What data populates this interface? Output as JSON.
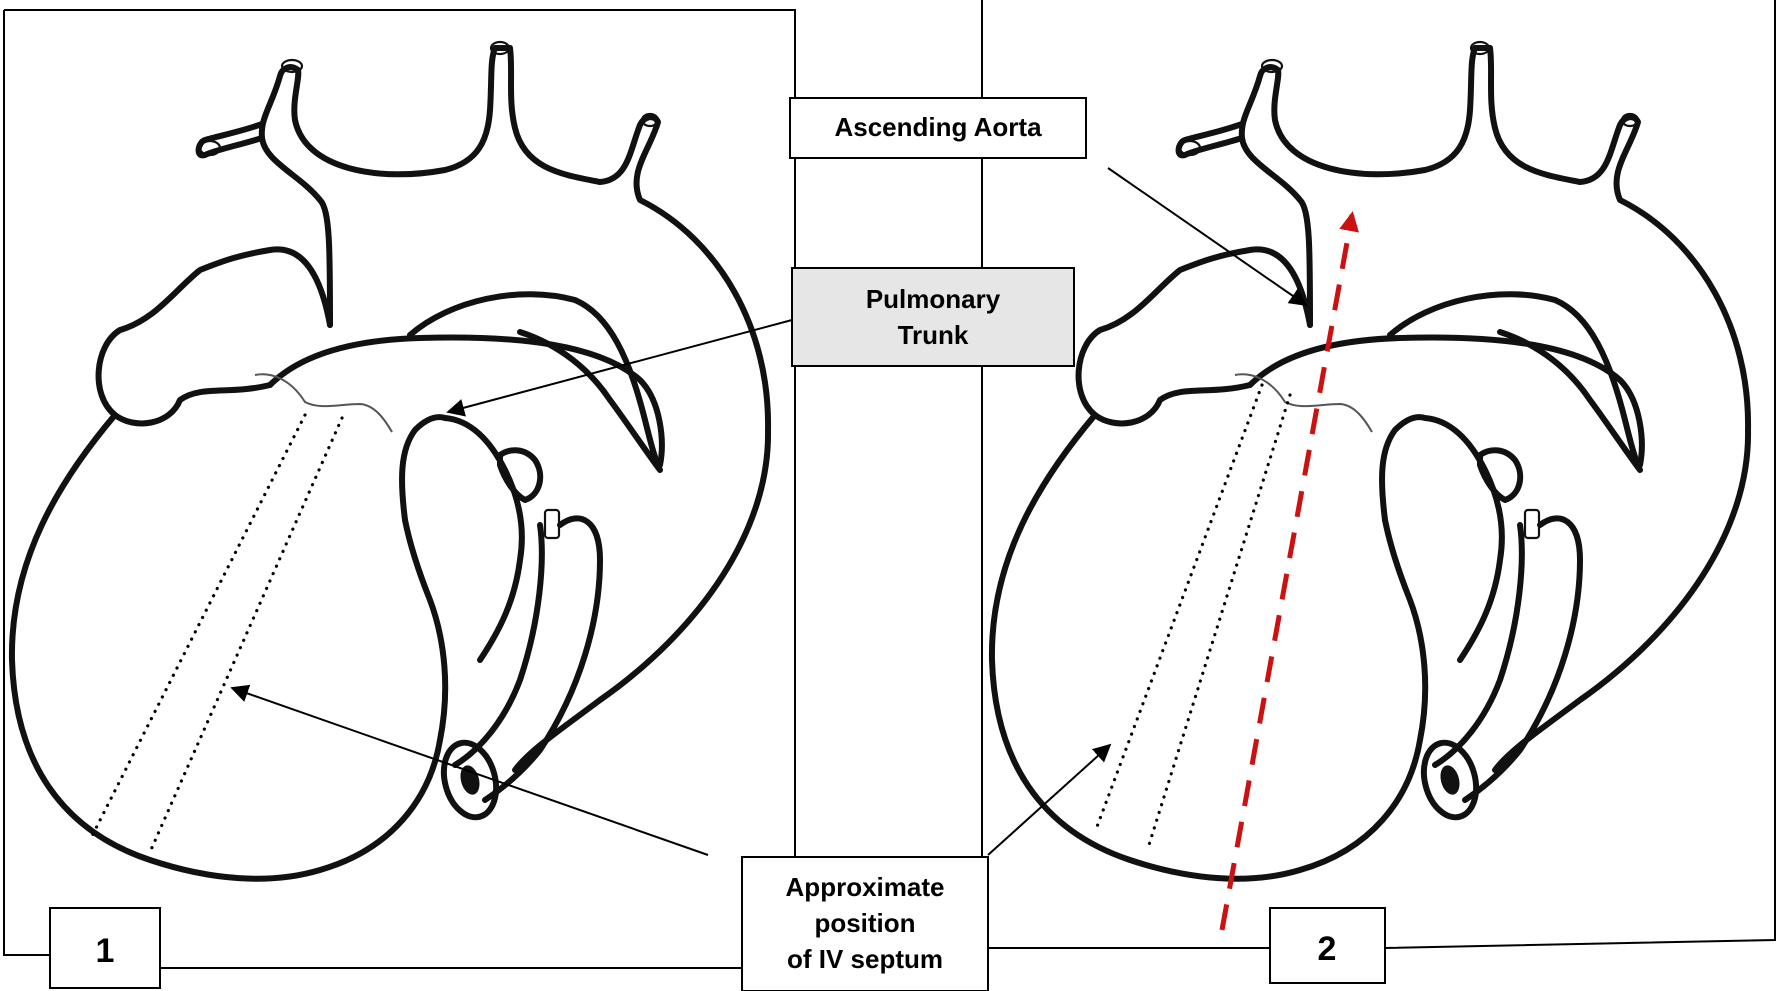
{
  "labels": {
    "ascending_aorta": "Ascending Aorta",
    "pulmonary_trunk_line1": "Pulmonary",
    "pulmonary_trunk_line2": "Trunk",
    "iv_septum_line1": "Approximate",
    "iv_septum_line2": "position",
    "iv_septum_line3": "of IV septum"
  },
  "panels": [
    {
      "number": "1"
    },
    {
      "number": "2"
    }
  ],
  "colors": {
    "outline": "#111111",
    "axis_arrow": "#cc1111",
    "pulmonary_box_fill": "#e6e6e6",
    "background": "#ffffff"
  }
}
